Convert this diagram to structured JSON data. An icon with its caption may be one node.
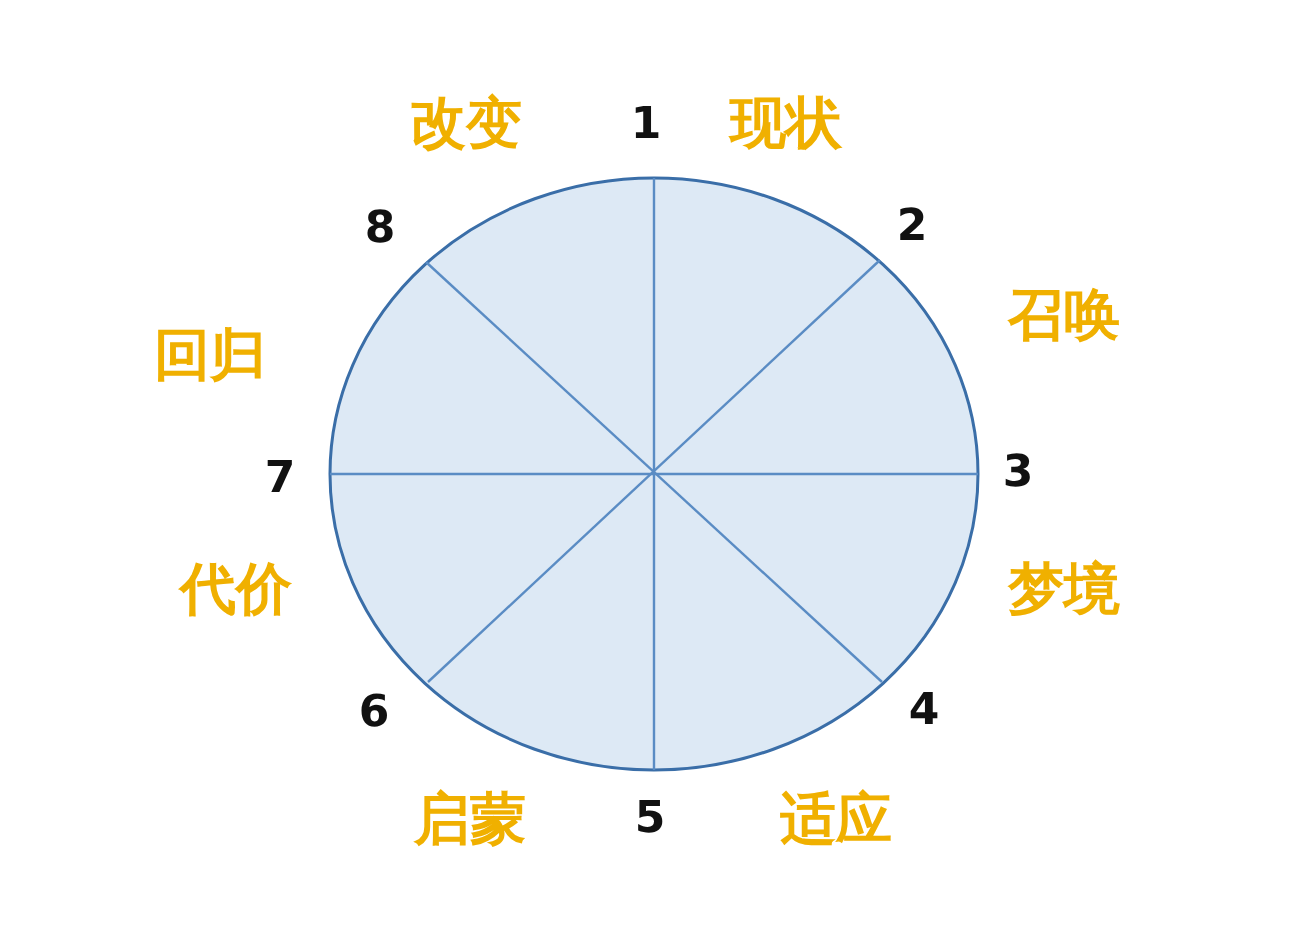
{
  "diagram": {
    "labels": [
      "改变",
      "1",
      "现状",
      "8",
      "2",
      "回归",
      "召唤",
      "7",
      "3",
      "代价",
      "梦境",
      "6",
      "4",
      "启蒙",
      "5",
      "适应"
    ]
  }
}
